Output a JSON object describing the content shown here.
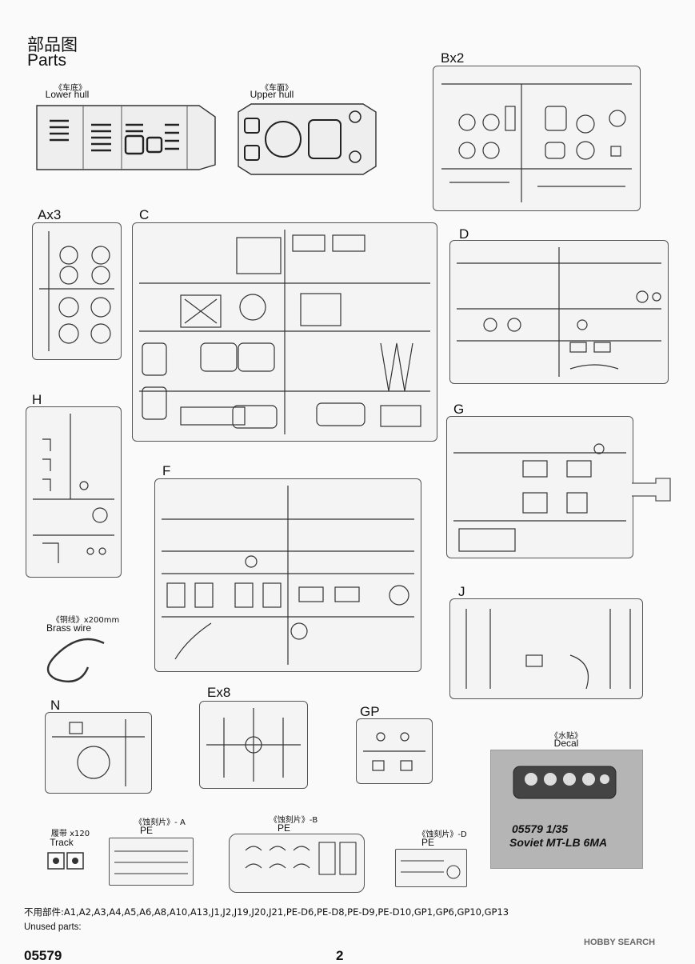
{
  "header": {
    "title_cn": "部品图",
    "title_en": "Parts"
  },
  "hull": {
    "lower_cn": "《车底》",
    "lower_en": "Lower hull",
    "upper_cn": "《车面》",
    "upper_en": "Upper hull"
  },
  "sprues": {
    "bx2": "Bx2",
    "ax3": "Ax3",
    "c": "C",
    "d": "D",
    "h": "H",
    "g": "G",
    "f": "F",
    "j": "J",
    "n": "N",
    "ex8": "Ex8",
    "gp": "GP"
  },
  "brass_wire": {
    "label_cn": "《铜线》x200mm",
    "label_en": "Brass wire"
  },
  "track": {
    "label_cn": "履带 x120",
    "label_en": "Track"
  },
  "pe": {
    "a_cn": "《蚀刻片》- A",
    "a_en": "PE",
    "b_cn": "《蚀刻片》-B",
    "b_en": "PE",
    "d_cn": "《蚀刻片》-D",
    "d_en": "PE"
  },
  "decal": {
    "label_cn": "《水贴》",
    "label_en": "Decal",
    "code": "05579  1/35",
    "name": "Soviet MT-LB 6MA"
  },
  "unused": {
    "label_cn": "不用部件:",
    "list": "A1,A2,A3,A4,A5,A6,A8,A10,A13,J1,J2,J19,J20,J21,PE-D6,PE-D8,PE-D9,PE-D10,GP1,GP6,GP10,GP13",
    "label_en": "Unused parts:"
  },
  "footer": {
    "code": "05579",
    "page": "2",
    "watermark": "HOBBY SEARCH"
  }
}
